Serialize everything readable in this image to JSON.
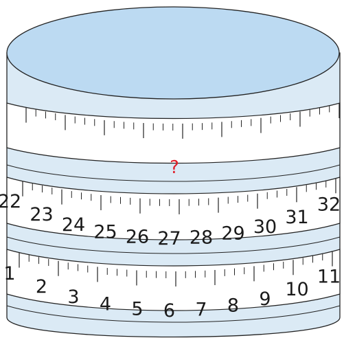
{
  "question_mark": "?",
  "colors": {
    "light_blue": "#dbeaf5",
    "top_fill": "#bcdaf2",
    "outline": "#222222",
    "question": "#e0202a",
    "band": "#ffffff"
  },
  "middle_band_labels": [
    "22",
    "23",
    "24",
    "25",
    "26",
    "27",
    "28",
    "29",
    "30",
    "31",
    "32"
  ],
  "bottom_band_labels": [
    "1",
    "2",
    "3",
    "4",
    "5",
    "6",
    "7",
    "8",
    "9",
    "10",
    "11"
  ]
}
